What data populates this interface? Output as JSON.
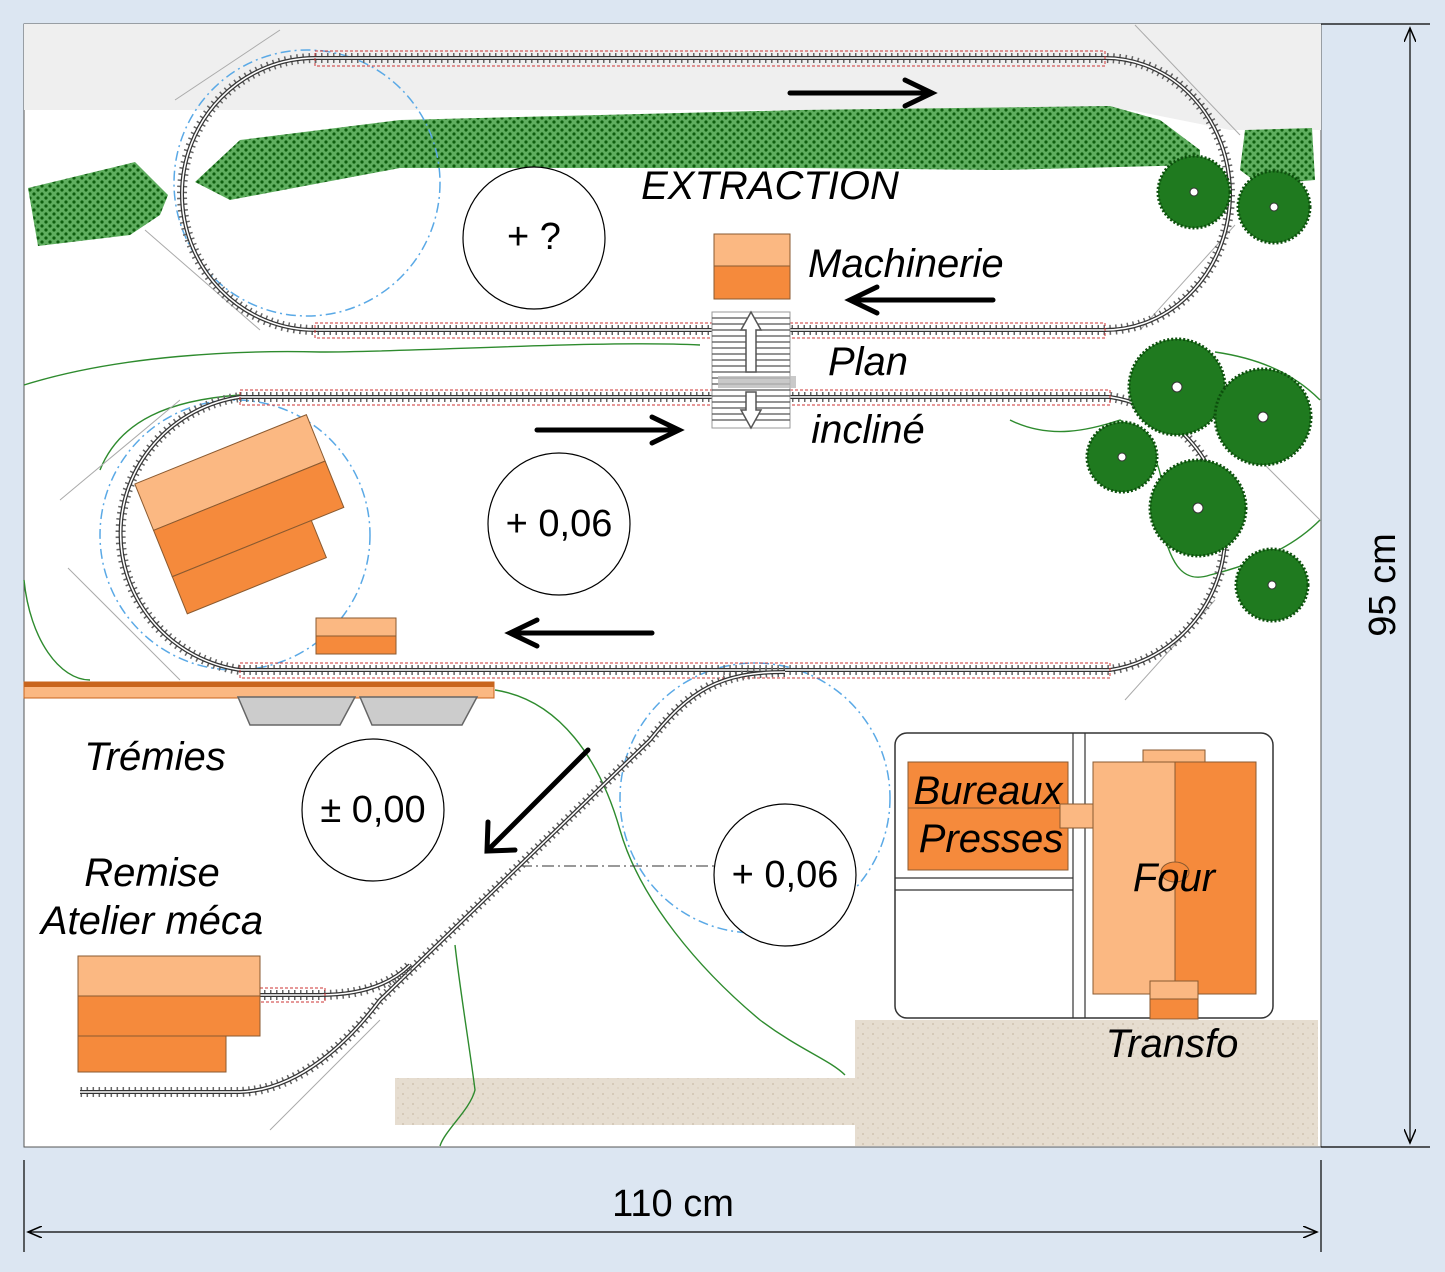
{
  "labels": {
    "extraction": "EXTRACTION",
    "machinerie": "Machinerie",
    "plan": "Plan",
    "incline": "incliné",
    "tremies": "Trémies",
    "remise": "Remise",
    "atelier": "Atelier méca",
    "bureaux": "Bureaux",
    "presses": "Presses",
    "four": "Four",
    "transfo": "Transfo"
  },
  "levels": {
    "top": "+ ?",
    "middle": "+ 0,06",
    "base": "± 0,00",
    "lower": "+ 0,06"
  },
  "dimensions": {
    "width": "110 cm",
    "height": "95 cm"
  },
  "colors": {
    "background": "#dce6f2",
    "board": "#ffffff",
    "grass": "#2e8b2e",
    "tree": "#1f7a1f",
    "building_light": "#fbb882",
    "building_dark": "#f58a3c",
    "sand": "#e6ddd0",
    "rail": "#333333",
    "tie": "#cc3333",
    "contour": "#2e8b2e",
    "radius_circle": "#5aa9e6"
  }
}
